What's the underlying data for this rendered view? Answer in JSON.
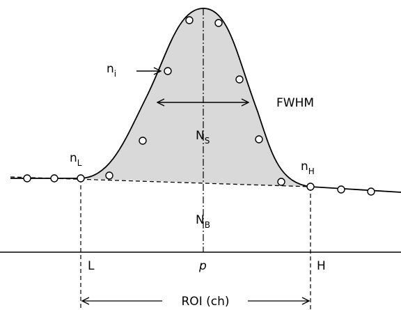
{
  "labels": {
    "n_i": {
      "base": "n",
      "sub": "i"
    },
    "fwhm": "FWHM",
    "n_s": {
      "base": "N",
      "sub": "S"
    },
    "n_l": {
      "base": "n",
      "sub": "L"
    },
    "n_h": {
      "base": "n",
      "sub": "H"
    },
    "n_b": {
      "base": "N",
      "sub": "B"
    },
    "l": "L",
    "p": "p",
    "h": "H",
    "roi": "ROI (ch)"
  },
  "colors": {
    "peak_fill": "#d9d9d9",
    "line": "#000000",
    "marker_fill": "#ffffff"
  }
}
